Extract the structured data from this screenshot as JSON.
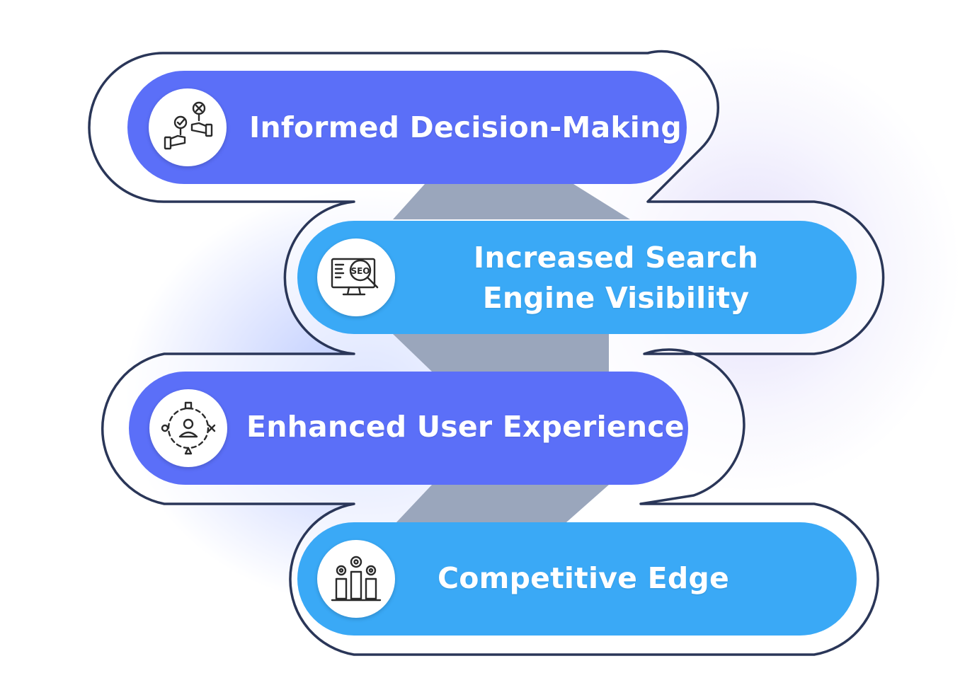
{
  "colors": {
    "indigo_card": "#5b6ff8",
    "sky_card": "#3aa9f6",
    "connector": "#213a6b",
    "outline": "#2a3658"
  },
  "steps": [
    {
      "label": "Informed Decision-Making",
      "icon": "decision-hands-icon"
    },
    {
      "label": "Increased Search Engine Visibility",
      "line1": "Increased Search",
      "line2": "Engine Visibility",
      "icon": "seo-monitor-icon"
    },
    {
      "label": "Enhanced User Experience",
      "icon": "user-target-icon"
    },
    {
      "label": "Competitive Edge",
      "icon": "bar-chart-gears-icon"
    }
  ]
}
